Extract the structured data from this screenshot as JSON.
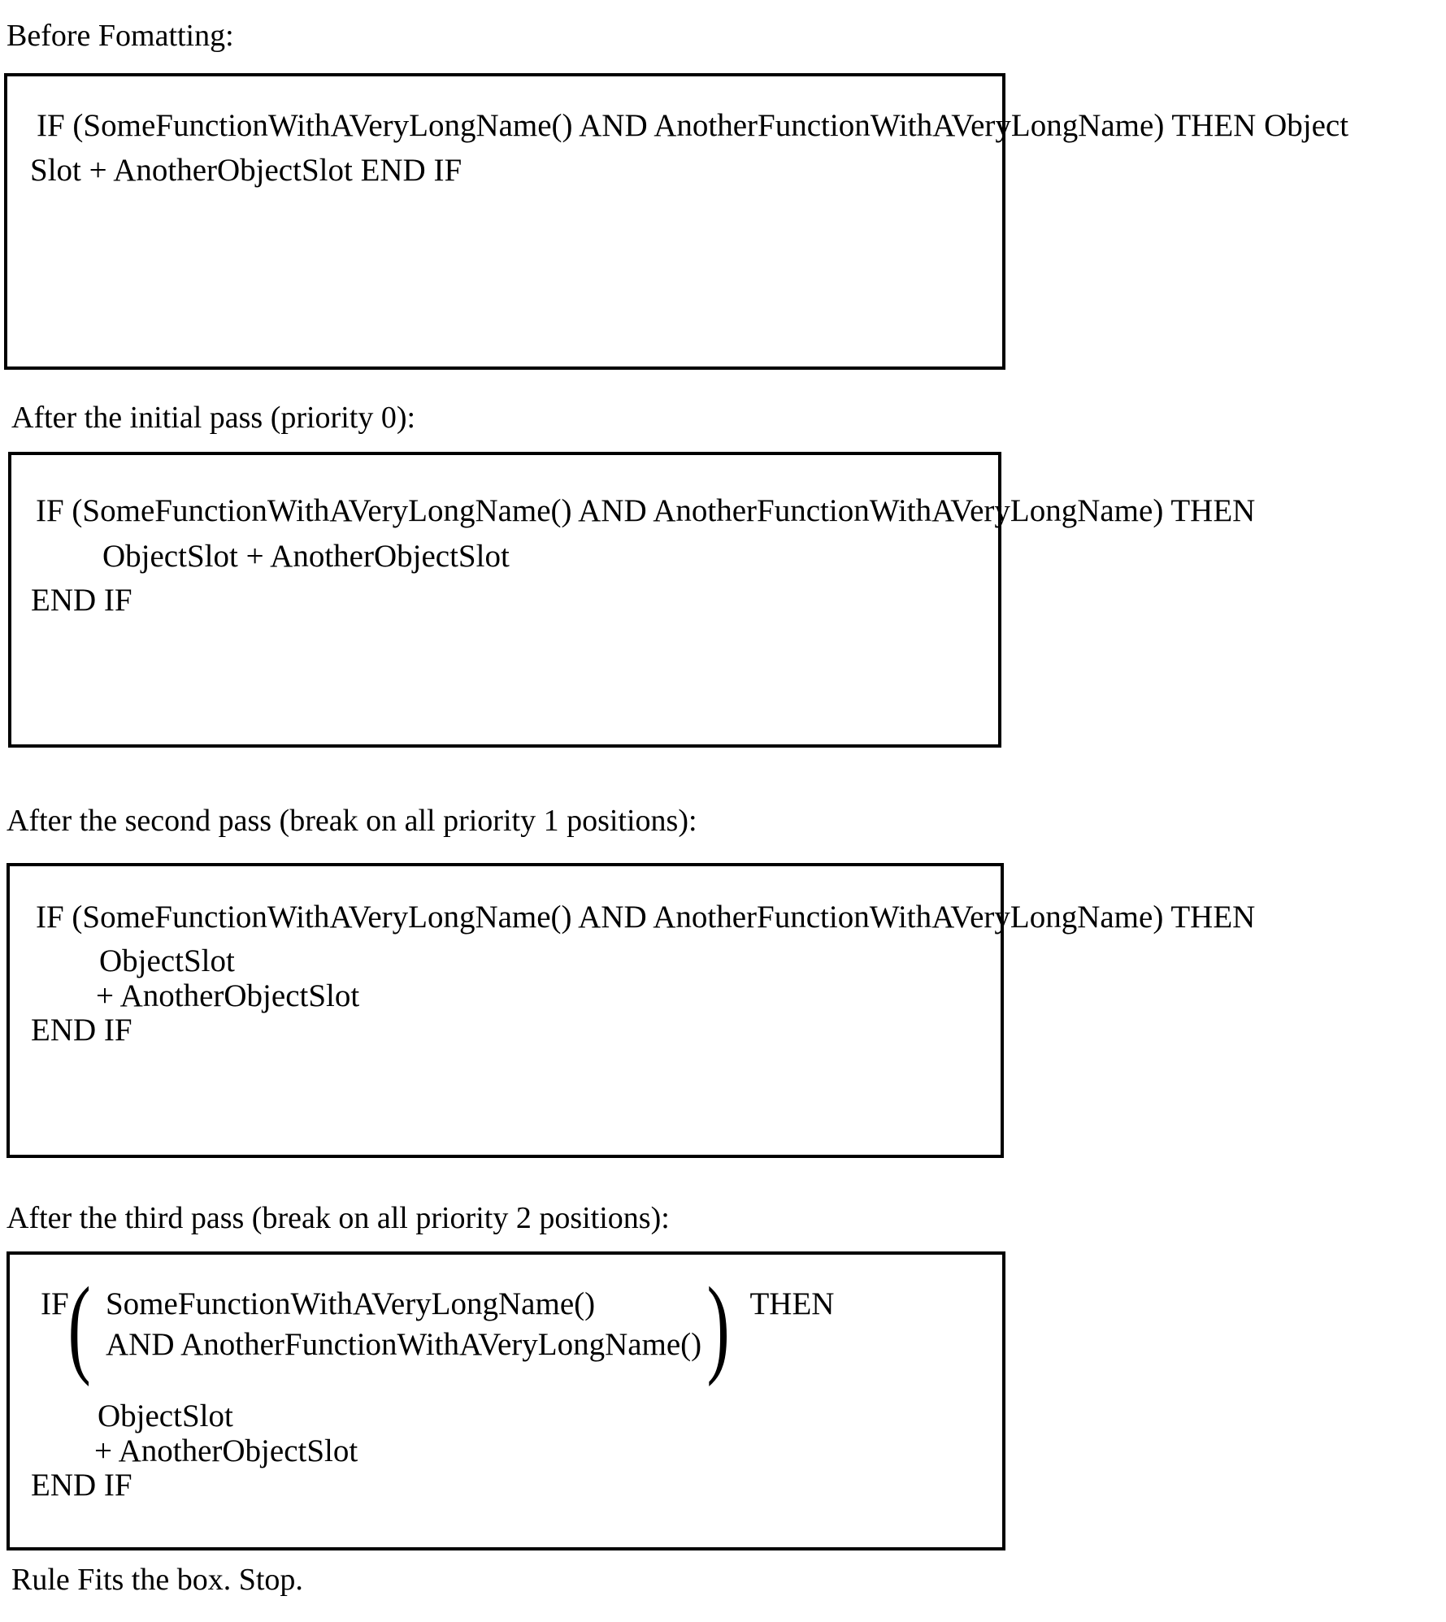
{
  "colors": {
    "background": "#ffffff",
    "text": "#000000",
    "box_border": "#000000"
  },
  "labels": {
    "before": "Before Fomatting:",
    "pass1": "After the initial pass (priority 0):",
    "pass2": "After the second pass (break on all priority 1 positions):",
    "pass3": "After the third pass (break on all priority 2 positions):",
    "footer": "Rule Fits the box. Stop."
  },
  "box1": {
    "line1": "IF (SomeFunctionWithAVeryLongName() AND AnotherFunctionWithAVeryLongName) THEN Object",
    "line2": "Slot + AnotherObjectSlot END IF"
  },
  "box2": {
    "line1": "IF (SomeFunctionWithAVeryLongName() AND AnotherFunctionWithAVeryLongName) THEN",
    "line2": "ObjectSlot + AnotherObjectSlot",
    "line3": "END IF"
  },
  "box3": {
    "line1": "IF (SomeFunctionWithAVeryLongName() AND AnotherFunctionWithAVeryLongName) THEN",
    "line2": "ObjectSlot",
    "line3": "+ AnotherObjectSlot",
    "line4": "END IF"
  },
  "box4": {
    "if_keyword": "IF",
    "open_paren": "(",
    "cond_line1": "SomeFunctionWithAVeryLongName()",
    "cond_line2": "AND AnotherFunctionWithAVeryLongName()",
    "close_paren": ")",
    "then_keyword": "THEN",
    "body_line1": "ObjectSlot",
    "body_line2": "+ AnotherObjectSlot",
    "end_line": "END IF"
  }
}
